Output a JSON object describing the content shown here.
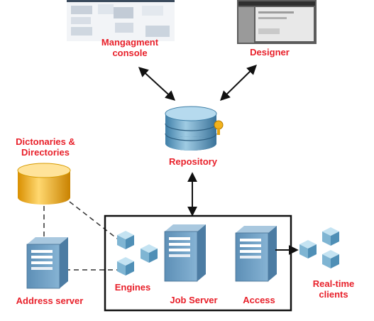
{
  "labels": {
    "management_console": "Mangagment\nconsole",
    "designer": "Designer",
    "repository": "Repository",
    "dictionaries": "Dictonaries &\nDirectories",
    "address_server": "Address server",
    "engines": "Engines",
    "job_server": "Job Server",
    "access": "Access",
    "realtime_clients": "Real-time\nclients"
  },
  "colors": {
    "label_red": "#e8202a",
    "repository_blue": "#6fa8c9",
    "dictionary_yellow": "#f2b21c",
    "server_blue": "#6f9fc2",
    "cube_blue": "#8ec2dc"
  },
  "icons": {
    "repository": "database-cylinder-icon",
    "dictionaries": "database-cylinder-icon",
    "address_server": "server-tower-icon",
    "job_server": "server-tower-icon",
    "access": "server-tower-icon",
    "engines": "cubes-icon",
    "realtime_clients": "cubes-icon",
    "management_console": "screenshot-thumbnail-icon",
    "designer": "screenshot-thumbnail-icon"
  }
}
